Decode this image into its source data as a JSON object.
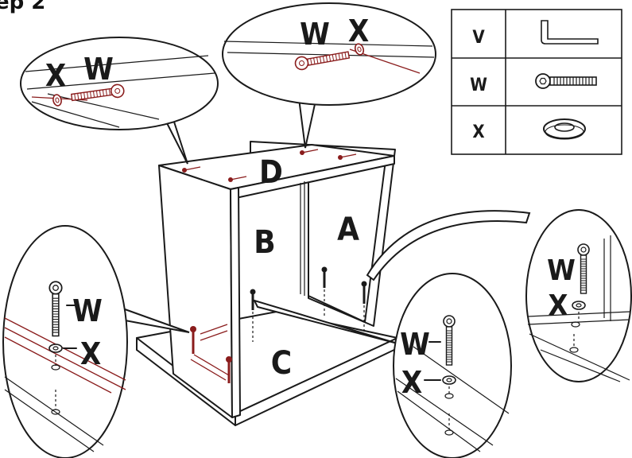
{
  "step_label": "ep 2",
  "parts_table": [
    {
      "letter": "V",
      "icon": "allen-key-icon"
    },
    {
      "letter": "W",
      "icon": "screw-icon"
    },
    {
      "letter": "X",
      "icon": "washer-icon"
    }
  ],
  "panel_labels": {
    "a": "A",
    "b": "B",
    "c": "C",
    "d": "D"
  },
  "callouts": {
    "top_left": {
      "first": "X",
      "second": "W"
    },
    "top_center": {
      "first": "W",
      "second": "X"
    },
    "left": {
      "screw": "W",
      "washer": "X"
    },
    "bottom_right": {
      "screw": "W",
      "washer": "X"
    },
    "right": {
      "screw": "W",
      "washer": "X"
    }
  }
}
